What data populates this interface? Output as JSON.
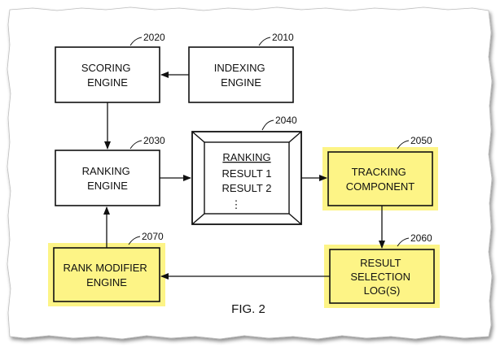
{
  "figure": {
    "caption": "FIG. 2",
    "highlight_color": "#fdf486",
    "background_color": "#ffffff"
  },
  "boxes": {
    "scoring": {
      "ref": "2020",
      "lines": [
        "SCORING",
        "ENGINE"
      ],
      "highlighted": false
    },
    "indexing": {
      "ref": "2010",
      "lines": [
        "INDEXING",
        "ENGINE"
      ],
      "highlighted": false
    },
    "ranking": {
      "ref": "2030",
      "lines": [
        "RANKING",
        "ENGINE"
      ],
      "highlighted": false
    },
    "results": {
      "ref": "2040",
      "title": "RANKING",
      "lines": [
        "RESULT 1",
        "RESULT 2"
      ],
      "ellipsis": "⋮",
      "highlighted": false
    },
    "tracking": {
      "ref": "2050",
      "lines": [
        "TRACKING",
        "COMPONENT"
      ],
      "highlighted": true
    },
    "selection": {
      "ref": "2060",
      "lines": [
        "RESULT",
        "SELECTION",
        "LOG(S)"
      ],
      "highlighted": true
    },
    "modifier": {
      "ref": "2070",
      "lines": [
        "RANK MODIFIER",
        "ENGINE"
      ],
      "highlighted": true
    }
  },
  "arrows": [
    {
      "from": "indexing",
      "to": "scoring"
    },
    {
      "from": "scoring",
      "to": "ranking"
    },
    {
      "from": "ranking",
      "to": "results"
    },
    {
      "from": "results",
      "to": "tracking"
    },
    {
      "from": "tracking",
      "to": "selection"
    },
    {
      "from": "selection",
      "to": "modifier"
    },
    {
      "from": "modifier",
      "to": "ranking"
    }
  ]
}
